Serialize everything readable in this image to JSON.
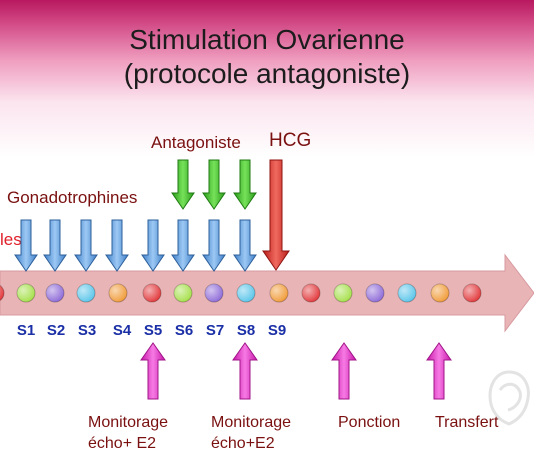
{
  "title_line1": "Stimulation Ovarienne",
  "title_line2": "(protocole antagoniste)",
  "labels": {
    "antagoniste": "Antagoniste",
    "hcg": "HCG",
    "gonadotrophines": "Gonadotrophines",
    "partial_red": "les"
  },
  "days": [
    "S1",
    "S2",
    "S3",
    "S4",
    "S5",
    "S6",
    "S7",
    "S8",
    "S9"
  ],
  "bottom_labels": {
    "monitorage1": [
      "Monitorage",
      "écho+ E2"
    ],
    "monitorage2": [
      "Monitorage",
      "écho+E2"
    ],
    "ponction": "Ponction",
    "transfert": "Transfert"
  },
  "colors": {
    "timeline": "#e8b0b4",
    "gonadotrophine_arrow": "#6aa7e6",
    "antagoniste_arrow": "#3fc32a",
    "hcg_arrow": "#e0302a",
    "event_arrow": "#e627c8",
    "label_dark_red": "#7a1010",
    "label_red": "#e0202a",
    "day_label": "#1b2fa6"
  },
  "dot_colors": [
    "#e2393c",
    "#a6e04c",
    "#8f6cd8",
    "#5cc6ea",
    "#f19c3a",
    "#e2393c",
    "#a6e04c",
    "#8f6cd8",
    "#5cc6ea",
    "#f19c3a",
    "#e2393c",
    "#a6e04c",
    "#8f6cd8",
    "#5cc6ea",
    "#f19c3a",
    "#e2393c"
  ]
}
